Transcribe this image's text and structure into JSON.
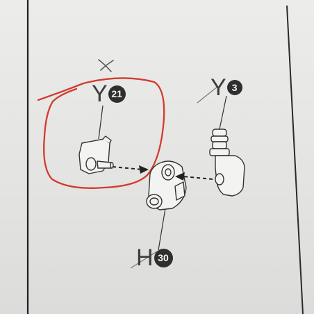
{
  "parts": {
    "y21": {
      "letter": "Y",
      "number": "21"
    },
    "y3": {
      "letter": "Y",
      "number": "3"
    },
    "h30": {
      "letter": "H",
      "number": "30"
    }
  },
  "colors": {
    "paper": "#e6e6e4",
    "ink": "#3c3c3c",
    "badge": "#2f2f2f",
    "marker": "#d23a2e",
    "border": "#1e1e1e"
  },
  "annotations": {
    "handwritten_x_mark": "x",
    "red_circle_highlight": "Y21"
  }
}
